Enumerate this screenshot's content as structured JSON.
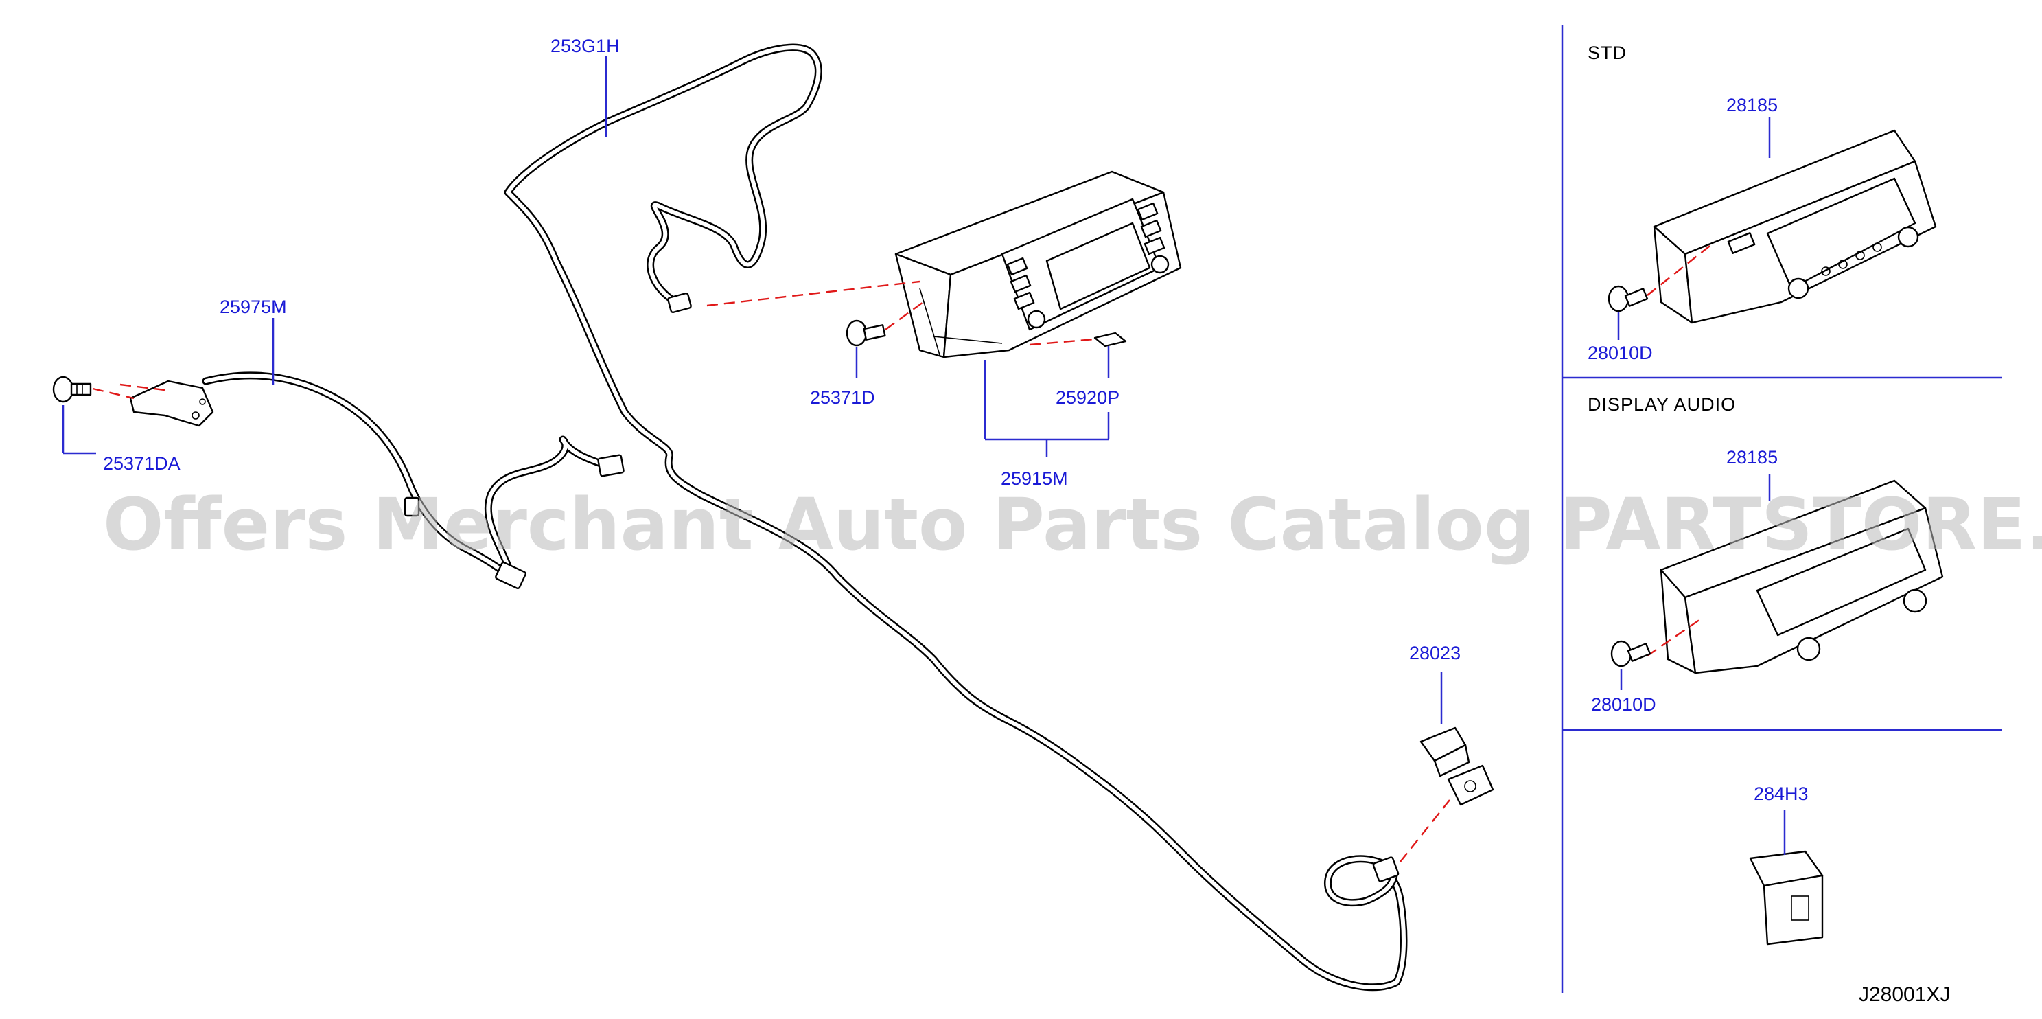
{
  "sections": {
    "std_label": "STD",
    "display_audio_label": "DISPLAY   AUDIO"
  },
  "labels": {
    "p253G1H": "253G1H",
    "p25975M": "25975M",
    "p25371DA": "25371DA",
    "p25371D": "25371D",
    "p25920P": "25920P",
    "p25915M": "25915M",
    "p28023": "28023",
    "p28185_std": "28185",
    "p28010D_std": "28010D",
    "p28185_da": "28185",
    "p28010D_da": "28010D",
    "p284H3": "284H3"
  },
  "diagram_code": "J28001XJ",
  "watermark": "Offers Merchant Auto Parts Catalog PARTSTORE.SA",
  "colors": {
    "label": "#1a1ad6",
    "dashed_line": "#e01818",
    "divider": "#2b2bd0",
    "watermark": "#b9b9b9"
  }
}
